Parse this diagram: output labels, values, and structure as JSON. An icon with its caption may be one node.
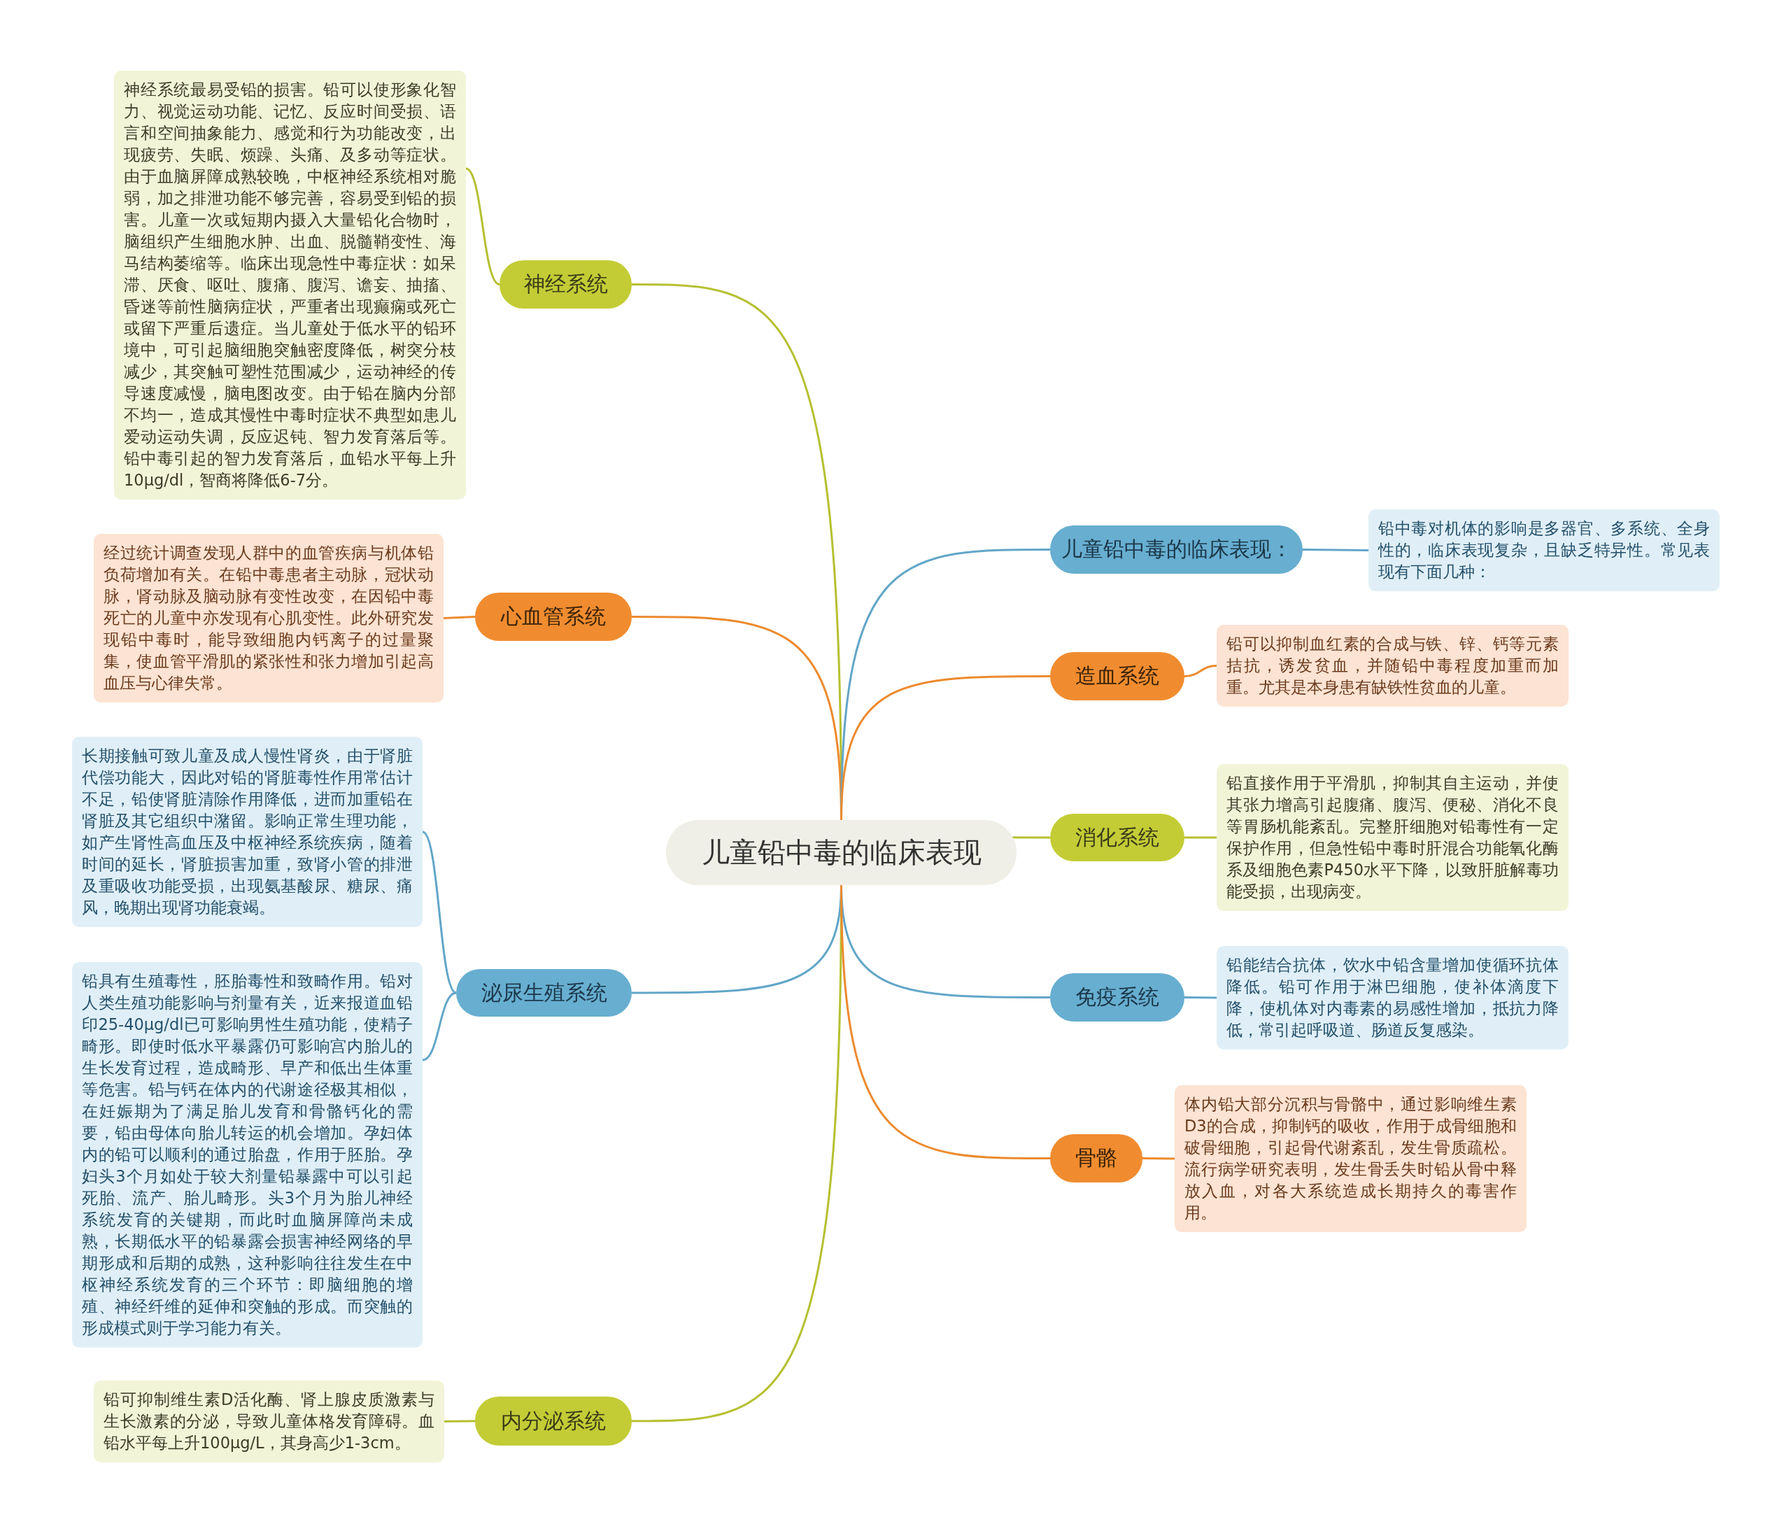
{
  "diagram": {
    "nodes": [
      {
        "text": [
          "儿童铅中毒的临床表现"
        ]
      },
      {
        "text": [
          "神经系统"
        ]
      },
      {
        "text": [
          "神经系统最易受铅的损害。铅可以使形象化智力、视觉运动功能、记忆、反应时间受损、语言和空间抽象能力、感觉和行为功能改变，出现疲劳、失眠、烦躁、头痛、及多动等症状。由于血脑屏障成熟较晚，中枢神经系统相对脆弱，加之排泄功能不够完善，容易受到铅的损害。儿童一次或短期内摄入大量铅化合物时，脑组织产生细胞水肿、出血、脱髓鞘变性、海马结构萎缩等。临床出现急性中毒症状：如呆滞、厌食、呕吐、腹痛、腹泻、谵妄、抽搐、昏迷等前性脑病症状，严重者出现癫痫或死亡或留下严重后遗症。当儿童处于低水平的铅环境中，可引起脑细胞突触密度降低，树突分枝减少，其突触可塑性范围减少，运动神经的传导速度减慢，脑电图改变。由于铅在脑内分部不均一，造成其慢性中毒时症状不典型如患儿爱动运动失调，反应迟钝、智力发育落后等。铅中毒引起的智力发育落后，血铅水平每上升10μg/dl，智商将降低6-7分。"
        ]
      },
      {
        "text": [
          "心血管系统"
        ]
      },
      {
        "text": [
          "经过统计调查发现人群中的血管疾病与机体铅负荷增加有关。在铅中毒患者主动脉，冠状动脉，肾动脉及脑动脉有变性改变，在因铅中毒死亡的儿童中亦发现有心肌变性。此外研究发现铅中毒时，能导致细胞内钙离子的过量聚集，使血管平滑肌的紧张性和张力增加引起高血压与心律失常。"
        ]
      },
      {
        "text": [
          "泌尿生殖系统"
        ]
      },
      {
        "text": [
          "长期接触可致儿童及成人慢性肾炎，由于肾脏代偿功能大，因此对铅的肾脏毒性作用常估计不足，铅使肾脏清除作用降低，进而加重铅在肾脏及其它组织中潴留。影响正常生理功能，如产生肾性高血压及中枢神经系统疾病，随着时间的延长，肾脏损害加重，致肾小管的排泄及重吸收功能受损，出现氨基酸尿、糖尿、痛风，晚期出现肾功能衰竭。"
        ]
      },
      {
        "text": [
          "铅具有生殖毒性，胚胎毒性和致畸作用。铅对人类生殖功能影响与剂量有关，近来报道血铅印25-40μg/dl已可影响男性生殖功能，使精子畸形。即使时低水平暴露仍可影响宫内胎儿的生长发育过程，造成畸形、早产和低出生体重等危害。铅与钙在体内的代谢途径极其相似，在妊娠期为了满足胎儿发育和骨骼钙化的需要，铅由母体向胎儿转运的机会增加。孕妇体内的铅可以顺利的通过胎盘，作用于胚胎。孕妇头3个月如处于较大剂量铅暴露中可以引起死胎、流产、胎儿畸形。头3个月为胎儿神经系统发育的关键期，而此时血脑屏障尚未成熟，长期低水平的铅暴露会损害神经网络的早期形成和后期的成熟，这种影响往往发生在中枢神经系统发育的三个环节：即脑细胞的增殖、神经纤维的延伸和突触的形成。而突触的形成模式则于学习能力有关。"
        ]
      },
      {
        "text": [
          "内分泌系统"
        ]
      },
      {
        "text": [
          "铅可抑制维生素D活化酶、肾上腺皮质激素与生长激素的分泌，导致儿童体格发育障碍。血铅水平每上升100μg/L，其身高少1-3cm。"
        ]
      },
      {
        "text": [
          "儿童铅中毒的临床表现："
        ]
      },
      {
        "text": [
          "铅中毒对机体的影响是多器官、多系统、全身性的，临床表现复杂，且缺乏特异性。常见表现有下面几种："
        ]
      },
      {
        "text": [
          "造血系统"
        ]
      },
      {
        "text": [
          "铅可以抑制血红素的合成与铁、锌、钙等元素拮抗，诱发贫血，并随铅中毒程度加重而加重。尤其是本身患有缺铁性贫血的儿童。"
        ]
      },
      {
        "text": [
          "消化系统"
        ]
      },
      {
        "text": [
          "铅直接作用于平滑肌，抑制其自主运动，并使其张力增高引起腹痛、腹泻、便秘、消化不良等胃肠机能紊乱。完整肝细胞对铅毒性有一定保护作用，但急性铅中毒时肝混合功能氧化酶系及细胞色素P450水平下降，以致肝脏解毒功能受损，出现病变。"
        ]
      },
      {
        "text": [
          "免疫系统"
        ]
      },
      {
        "text": [
          "铅能结合抗体，饮水中铅含量增加使循环抗体降低。铅可作用于淋巴细胞，使补体滴度下降，使机体对内毒素的易感性增加，抵抗力降低，常引起呼吸道、肠道反复感染。"
        ]
      },
      {
        "text": [
          "骨骼"
        ]
      },
      {
        "text": [
          "体内铅大部分沉积与骨骼中，通过影响维生素D3的合成，抑制钙的吸收，作用于成骨细胞和破骨细胞，引起骨代谢紊乱，发生骨质疏松。流行病学研究表明，发生骨丢失时铅从骨中释放入血，对各大系统造成长期持久的毒害作用。"
        ]
      }
    ],
    "edges": [
      {
        "from": 0,
        "to": 1,
        "arrow": "none",
        "color": "#b5c030"
      },
      {
        "from": 1,
        "to": 2,
        "arrow": "none",
        "color": "#b5c030"
      },
      {
        "from": 0,
        "to": 3,
        "arrow": "none",
        "color": "#ec8a2e"
      },
      {
        "from": 3,
        "to": 4,
        "arrow": "none",
        "color": "#ec8a2e"
      },
      {
        "from": 0,
        "to": 5,
        "arrow": "none",
        "color": "#62a6c8"
      },
      {
        "from": 5,
        "to": 6,
        "arrow": "none",
        "color": "#62a6c8"
      },
      {
        "from": 5,
        "to": 7,
        "arrow": "none",
        "color": "#62a6c8"
      },
      {
        "from": 0,
        "to": 8,
        "arrow": "none",
        "color": "#b5c030"
      },
      {
        "from": 8,
        "to": 9,
        "arrow": "none",
        "color": "#b5c030"
      },
      {
        "from": 0,
        "to": 10,
        "arrow": "none",
        "color": "#62a6c8"
      },
      {
        "from": 10,
        "to": 11,
        "arrow": "none",
        "color": "#62a6c8"
      },
      {
        "from": 0,
        "to": 12,
        "arrow": "none",
        "color": "#ec8a2e"
      },
      {
        "from": 12,
        "to": 13,
        "arrow": "none",
        "color": "#ec8a2e"
      },
      {
        "from": 0,
        "to": 14,
        "arrow": "none",
        "color": "#b5c030"
      },
      {
        "from": 14,
        "to": 15,
        "arrow": "none",
        "color": "#b5c030"
      },
      {
        "from": 0,
        "to": 16,
        "arrow": "none",
        "color": "#62a6c8"
      },
      {
        "from": 16,
        "to": 17,
        "arrow": "none",
        "color": "#62a6c8"
      },
      {
        "from": 0,
        "to": 18,
        "arrow": "none",
        "color": "#ec8a2e"
      },
      {
        "from": 18,
        "to": 19,
        "arrow": "none",
        "color": "#ec8a2e"
      }
    ]
  }
}
